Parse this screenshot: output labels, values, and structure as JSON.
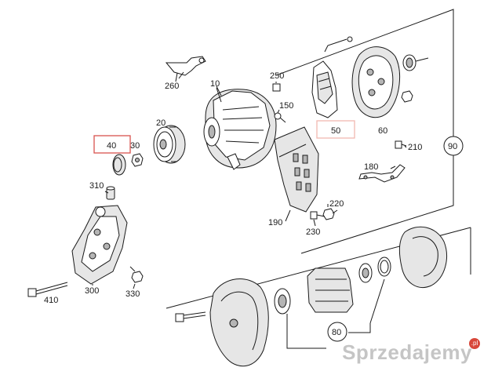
{
  "diagram": {
    "part_numbers": {
      "p10": "10",
      "p20": "20",
      "p30": "30",
      "p40": "40",
      "p50": "50",
      "p60": "60",
      "p80": "80",
      "p90": "90",
      "p150": "150",
      "p180": "180",
      "p190": "190",
      "p210": "210",
      "p220": "220",
      "p230": "230",
      "p250": "250",
      "p260": "260",
      "p300": "300",
      "p310": "310",
      "p330": "330",
      "p410": "410"
    },
    "highlighted_part": "40"
  },
  "watermark": {
    "text": "Sprzedajemy",
    "badge": ".pl"
  },
  "colors": {
    "line": "#1a1a1a",
    "highlight_40": "#d9534f",
    "highlight_50": "#f2b8b0",
    "watermark": "#969696"
  }
}
